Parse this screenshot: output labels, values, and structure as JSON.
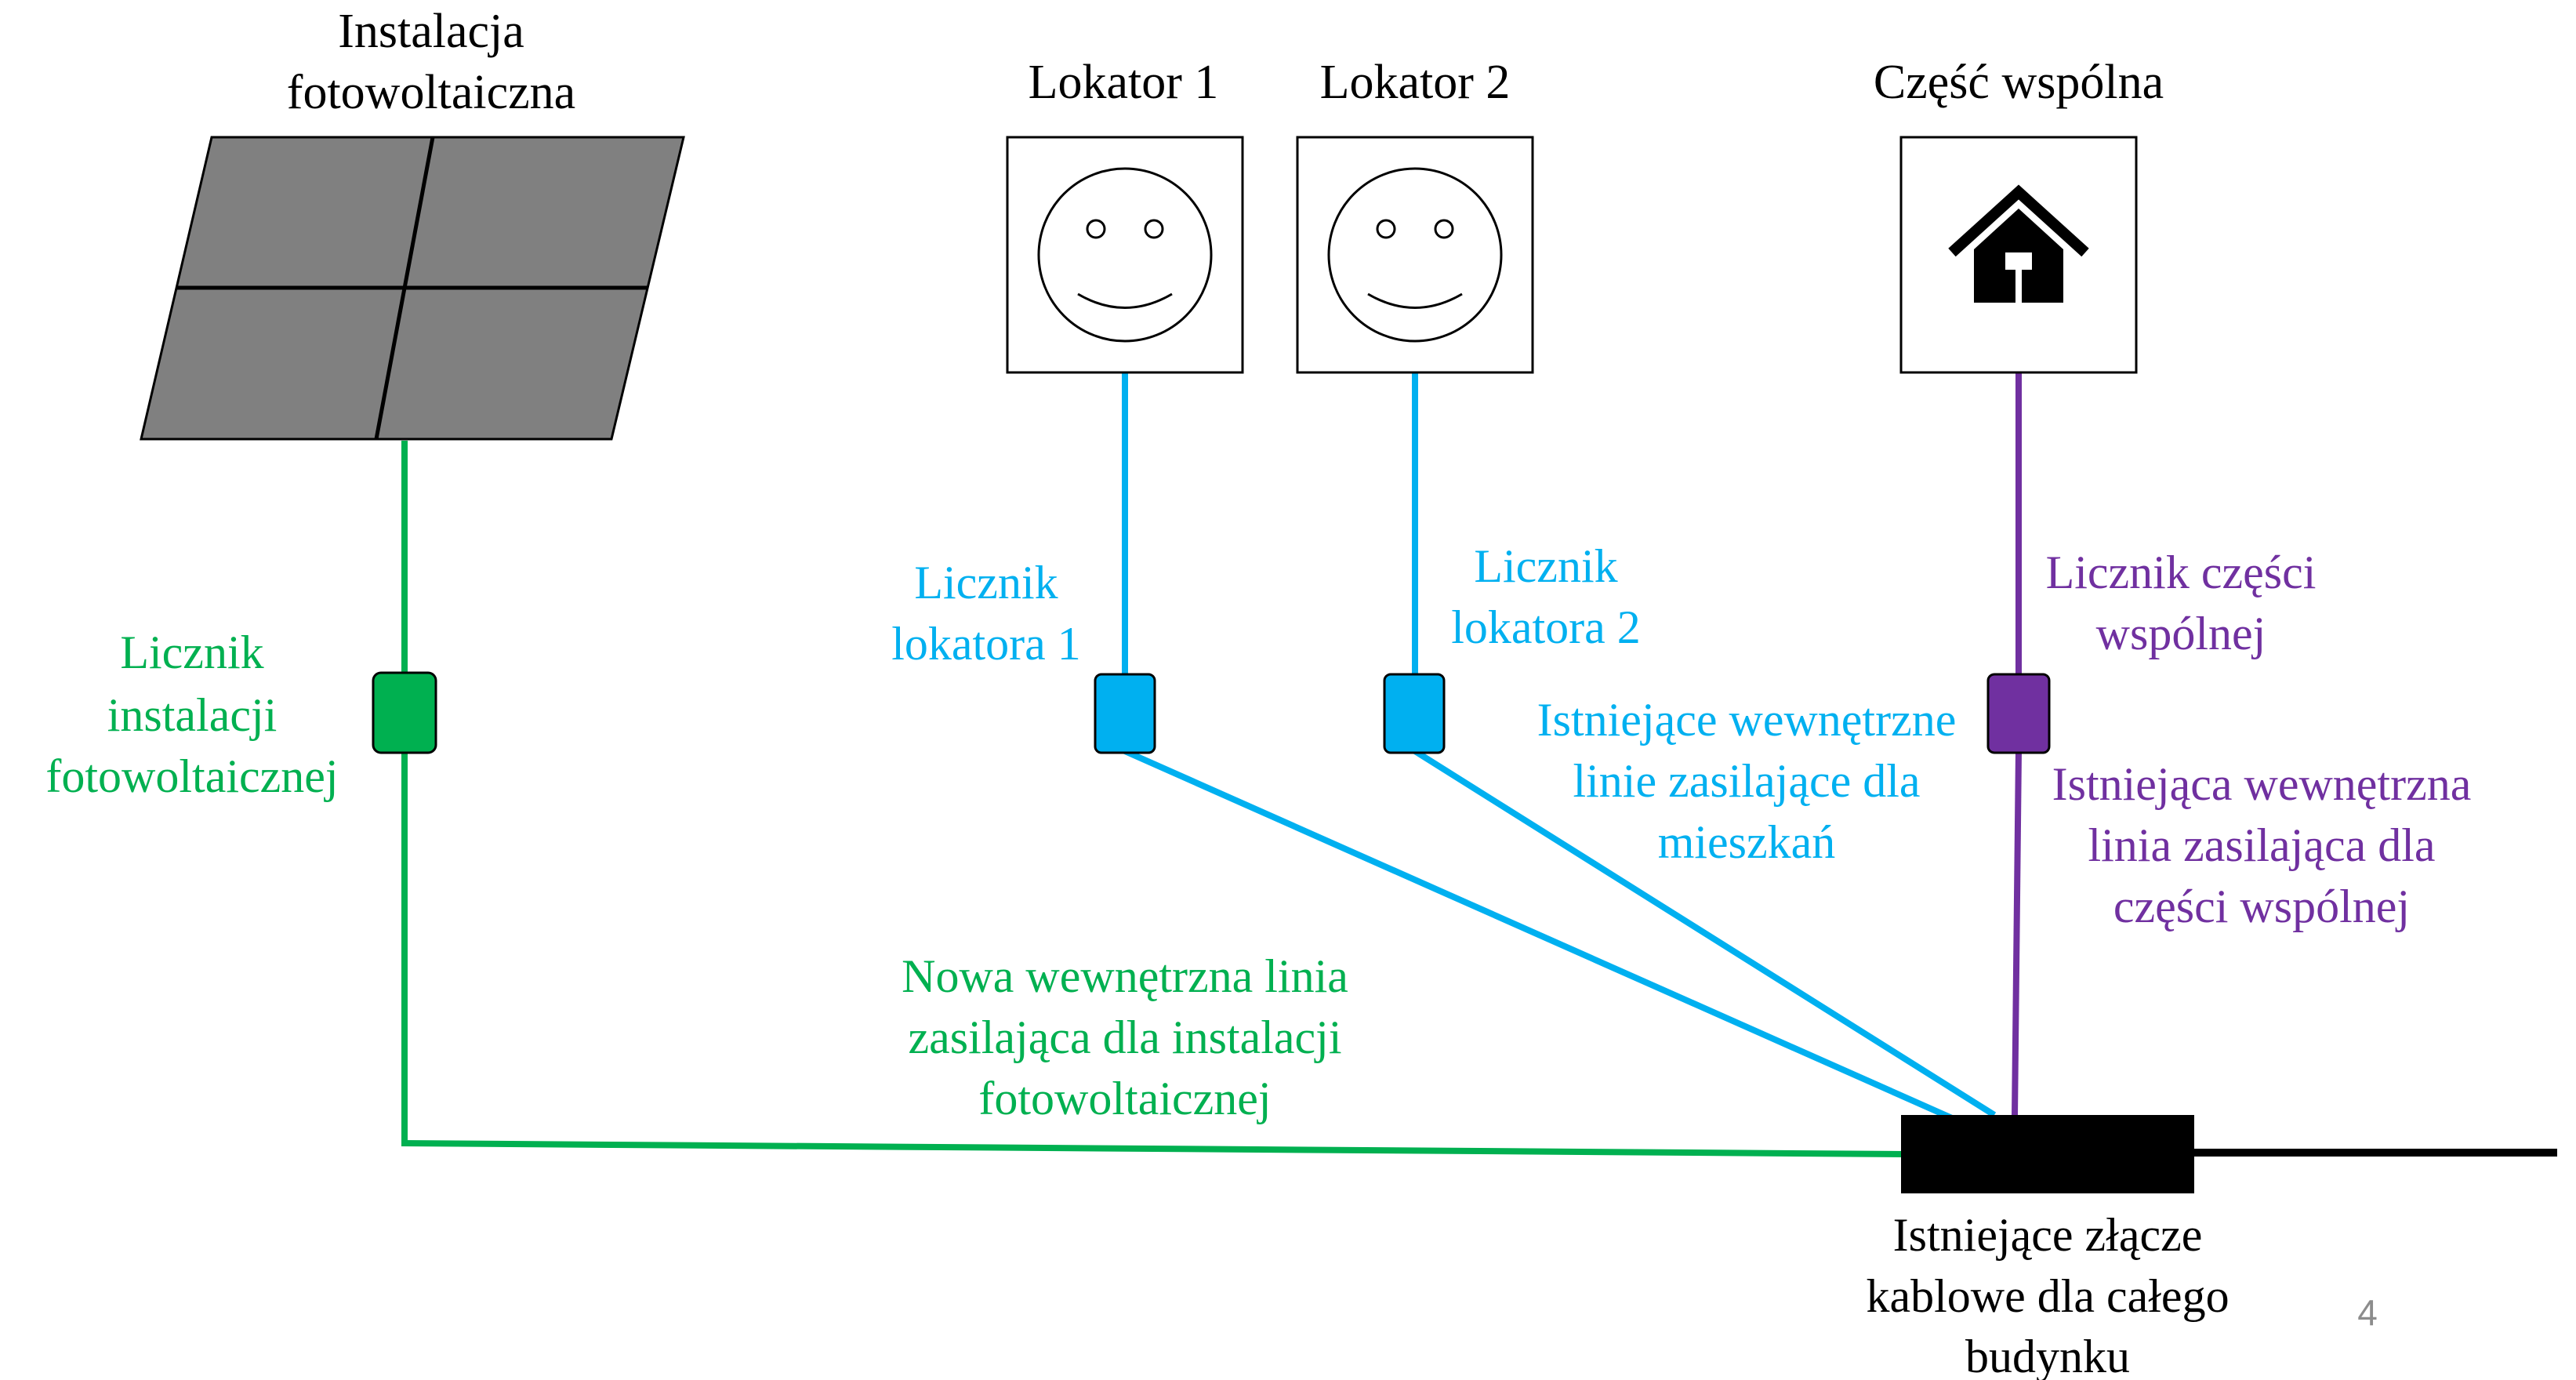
{
  "colors": {
    "pv": "#00b050",
    "tenant": "#00b0f0",
    "common": "#7030a0",
    "panel": "#808080",
    "connector": "#000000",
    "page_number": "#8c8c8c"
  },
  "pv_installation": {
    "title_line1": "Instalacja",
    "title_line2": "fotowoltaiczna",
    "meter_label_line1": "Licznik",
    "meter_label_line2": "instalacji",
    "meter_label_line3": "fotowoltaicznej",
    "new_line_label_line1": "Nowa wewnętrzna linia",
    "new_line_label_line2": "zasilająca dla instalacji",
    "new_line_label_line3": "fotowoltaicznej"
  },
  "tenant1": {
    "title": "Lokator 1",
    "icon": "smiley-face-icon",
    "meter_label_line1": "Licznik",
    "meter_label_line2": "lokatora 1"
  },
  "tenant2": {
    "title": "Lokator 2",
    "icon": "smiley-face-icon",
    "meter_label_line1": "Licznik",
    "meter_label_line2": "lokatora 2"
  },
  "tenant_lines": {
    "label_line1": "Istniejące wewnętrzne",
    "label_line2": "linie zasilające dla",
    "label_line3": "mieszkań"
  },
  "common_part": {
    "title": "Część wspólna",
    "icon": "house-icon",
    "meter_label_line1": "Licznik części",
    "meter_label_line2": "wspólnej",
    "line_label_line1": "Istniejąca wewnętrzna",
    "line_label_line2": "linia zasilająca dla",
    "line_label_line3": "części wspólnej"
  },
  "connector": {
    "label_line1": "Istniejące złącze",
    "label_line2": "kablowe dla całego",
    "label_line3": "budynku"
  },
  "page_number": "4"
}
